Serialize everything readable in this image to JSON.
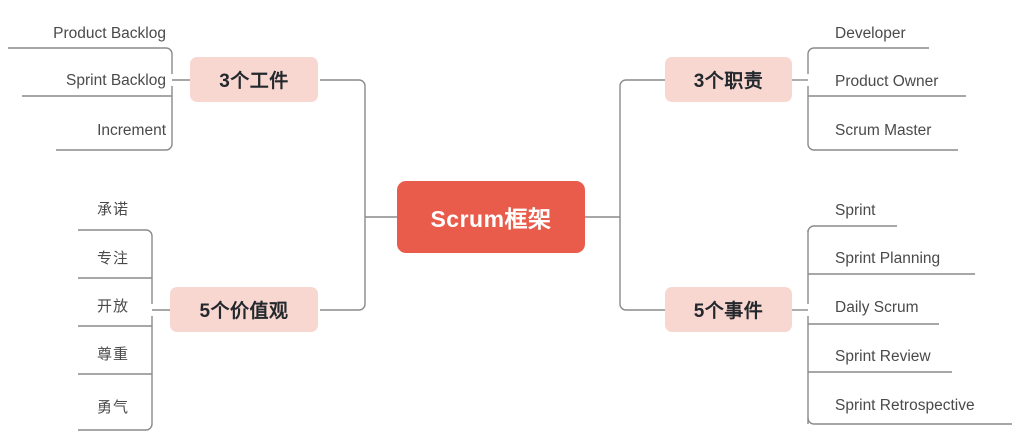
{
  "root": {
    "label": "Scrum框架",
    "color": "#e95c4b",
    "text_color": "#ffffff"
  },
  "theme": {
    "branch_fill": "#f9d7d1",
    "branch_text": "#23282d",
    "leaf_text": "#4a4a4a",
    "wire": "#8a8a8a",
    "background": "#ffffff"
  },
  "branches": [
    {
      "id": "artifacts",
      "label": "3个工件",
      "side": "left",
      "leaves": [
        {
          "label": "Product Backlog"
        },
        {
          "label": "Sprint Backlog"
        },
        {
          "label": "Increment"
        }
      ]
    },
    {
      "id": "values",
      "label": "5个价值观",
      "side": "left",
      "leaves": [
        {
          "label": "承诺"
        },
        {
          "label": "专注"
        },
        {
          "label": "开放"
        },
        {
          "label": "尊重"
        },
        {
          "label": "勇气"
        }
      ]
    },
    {
      "id": "roles",
      "label": "3个职责",
      "side": "right",
      "leaves": [
        {
          "label": "Developer"
        },
        {
          "label": "Product Owner"
        },
        {
          "label": "Scrum Master"
        }
      ]
    },
    {
      "id": "events",
      "label": "5个事件",
      "side": "right",
      "leaves": [
        {
          "label": "Sprint"
        },
        {
          "label": "Sprint Planning"
        },
        {
          "label": "Daily Scrum"
        },
        {
          "label": "Sprint Review"
        },
        {
          "label": "Sprint Retrospective"
        }
      ]
    }
  ]
}
